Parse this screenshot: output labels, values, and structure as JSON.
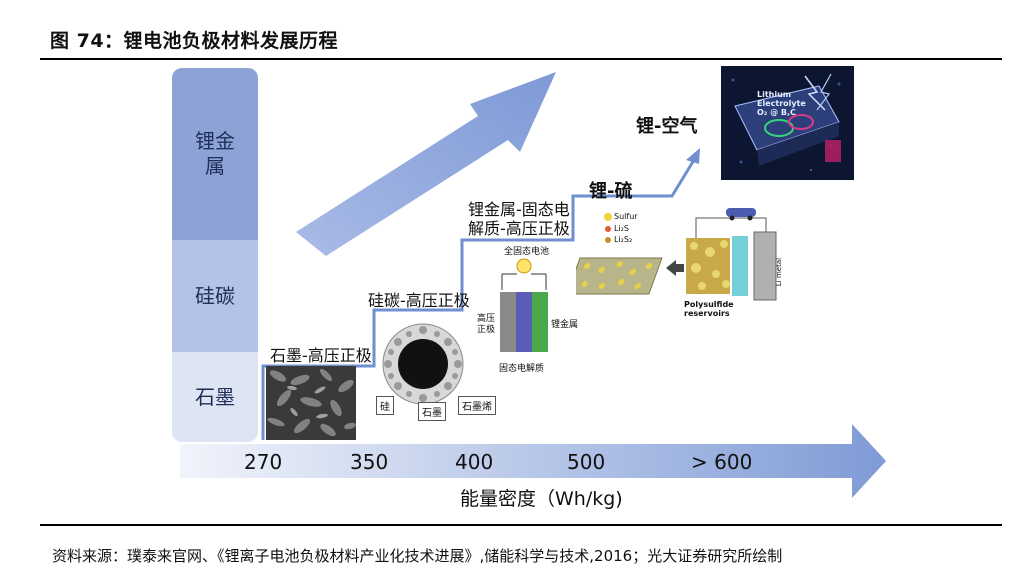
{
  "figure": {
    "title": "图 74：锂电池负极材料发展历程",
    "source": "资料来源：璞泰来官网、《锂离子电池负极材料产业化技术进展》,储能科学与技术,2016；光大证券研究所绘制"
  },
  "levels": [
    {
      "label_line1": "锂金",
      "label_line2": "属"
    },
    {
      "label_line1": "硅碳",
      "label_line2": ""
    },
    {
      "label_line1": "石墨",
      "label_line2": ""
    }
  ],
  "stages": [
    {
      "label": "石墨-高压正极"
    },
    {
      "label": "硅碳-高压正极"
    },
    {
      "label_line1": "锂金属-固态电",
      "label_line2": "解质-高压正极"
    },
    {
      "label": "锂-硫"
    },
    {
      "label": "锂-空气"
    }
  ],
  "axis": {
    "ticks": [
      "270",
      "350",
      "400",
      "500",
      "> 600"
    ],
    "label": "能量密度（Wh/kg)"
  },
  "illustrations": {
    "silicon_carbon": {
      "labels": [
        "硅",
        "石墨",
        "石墨烯"
      ]
    },
    "solid_state": {
      "top_label": "全固态电池",
      "left_label_line1": "高压",
      "left_label_line2": "正极",
      "right_label": "锂金属",
      "bottom_label": "固态电解质"
    },
    "lithium_sulfur": {
      "legend": [
        "Sulfur",
        "Li₂S",
        "Li₂S₂"
      ],
      "bottom_label_line1": "Polysulfide",
      "bottom_label_line2": "reservoirs",
      "side_label": "Li metal"
    },
    "lithium_air": {
      "text_line1": "Lithium",
      "text_line2": "Electrolyte",
      "text_line3": "O₂ @ B,C"
    }
  },
  "colors": {
    "arrow": "#8fa7dc",
    "level_top": "#8da3d6",
    "level_mid": "#b3c2e6",
    "level_bot": "#dde4f4",
    "step_line": "#6f8fd0"
  }
}
